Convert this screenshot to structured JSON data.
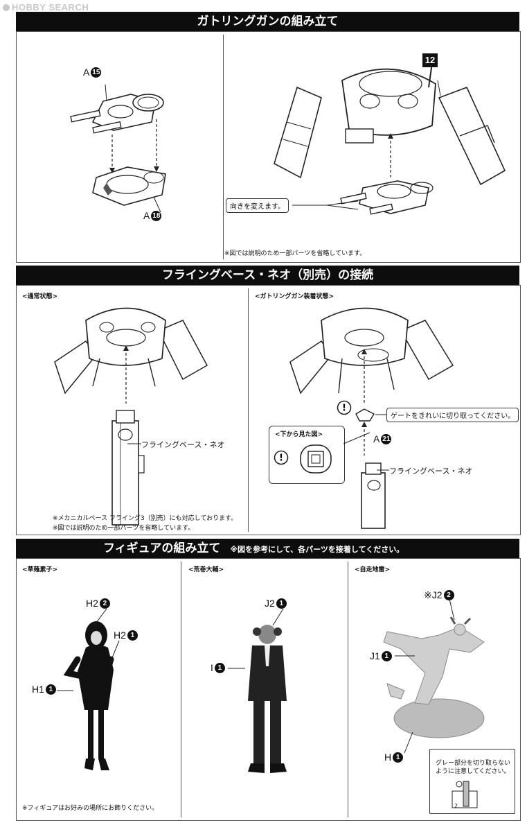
{
  "watermark": "HOBBY SEARCH",
  "section1": {
    "title": "ガトリングガンの組み立て",
    "part_a15": {
      "prefix": "A",
      "num": "15"
    },
    "part_a18": {
      "prefix": "A",
      "num": "18"
    },
    "step": "12",
    "callout": "向きを変えます。",
    "note": "※図では説明のため一部パーツを省略しています。"
  },
  "section2": {
    "title": "フライングベース・ネオ（別売）の接続",
    "left_tag": "<通常状態>",
    "left_label": "フライングベース・ネオ",
    "left_note1": "※メカニカルベース フライング3（別売）にも対応しております。",
    "left_note2": "※図では説明のため一部パーツを省略しています。",
    "right_tag": "<ガトリングガン装着状態>",
    "gate_callout": "ゲートをきれいに切り取ってください。",
    "bottom_view": "<下から見た図>",
    "part_a21": {
      "prefix": "A",
      "num": "21"
    },
    "right_label": "フライングベース・ネオ"
  },
  "section3": {
    "title": "フィギュアの組み立て",
    "subtitle": "※図を参考にして、各パーツを接着してください。",
    "fig1_tag": "<草薙素子>",
    "fig2_tag": "<荒巻大輔>",
    "fig3_tag": "<自走地雷>",
    "fig1_h2_2": {
      "prefix": "H2",
      "num": "2"
    },
    "fig1_h2_1": {
      "prefix": "H2",
      "num": "1"
    },
    "fig1_h1_1": {
      "prefix": "H1",
      "num": "1"
    },
    "fig2_j2_1": {
      "prefix": "J2",
      "num": "1"
    },
    "fig2_i_1": {
      "prefix": "I",
      "num": "1"
    },
    "fig3_j2_2": {
      "prefix": "※J2",
      "num": "2"
    },
    "fig3_j1_1": {
      "prefix": "J1",
      "num": "1"
    },
    "fig3_h_1": {
      "prefix": "H",
      "num": "1"
    },
    "gray_note1": "グレー部分を切り取らない",
    "gray_note2": "ように注意してください。",
    "gray_box_num": "2",
    "display_note": "※フィギュアはお好みの場所にお飾りください。"
  }
}
